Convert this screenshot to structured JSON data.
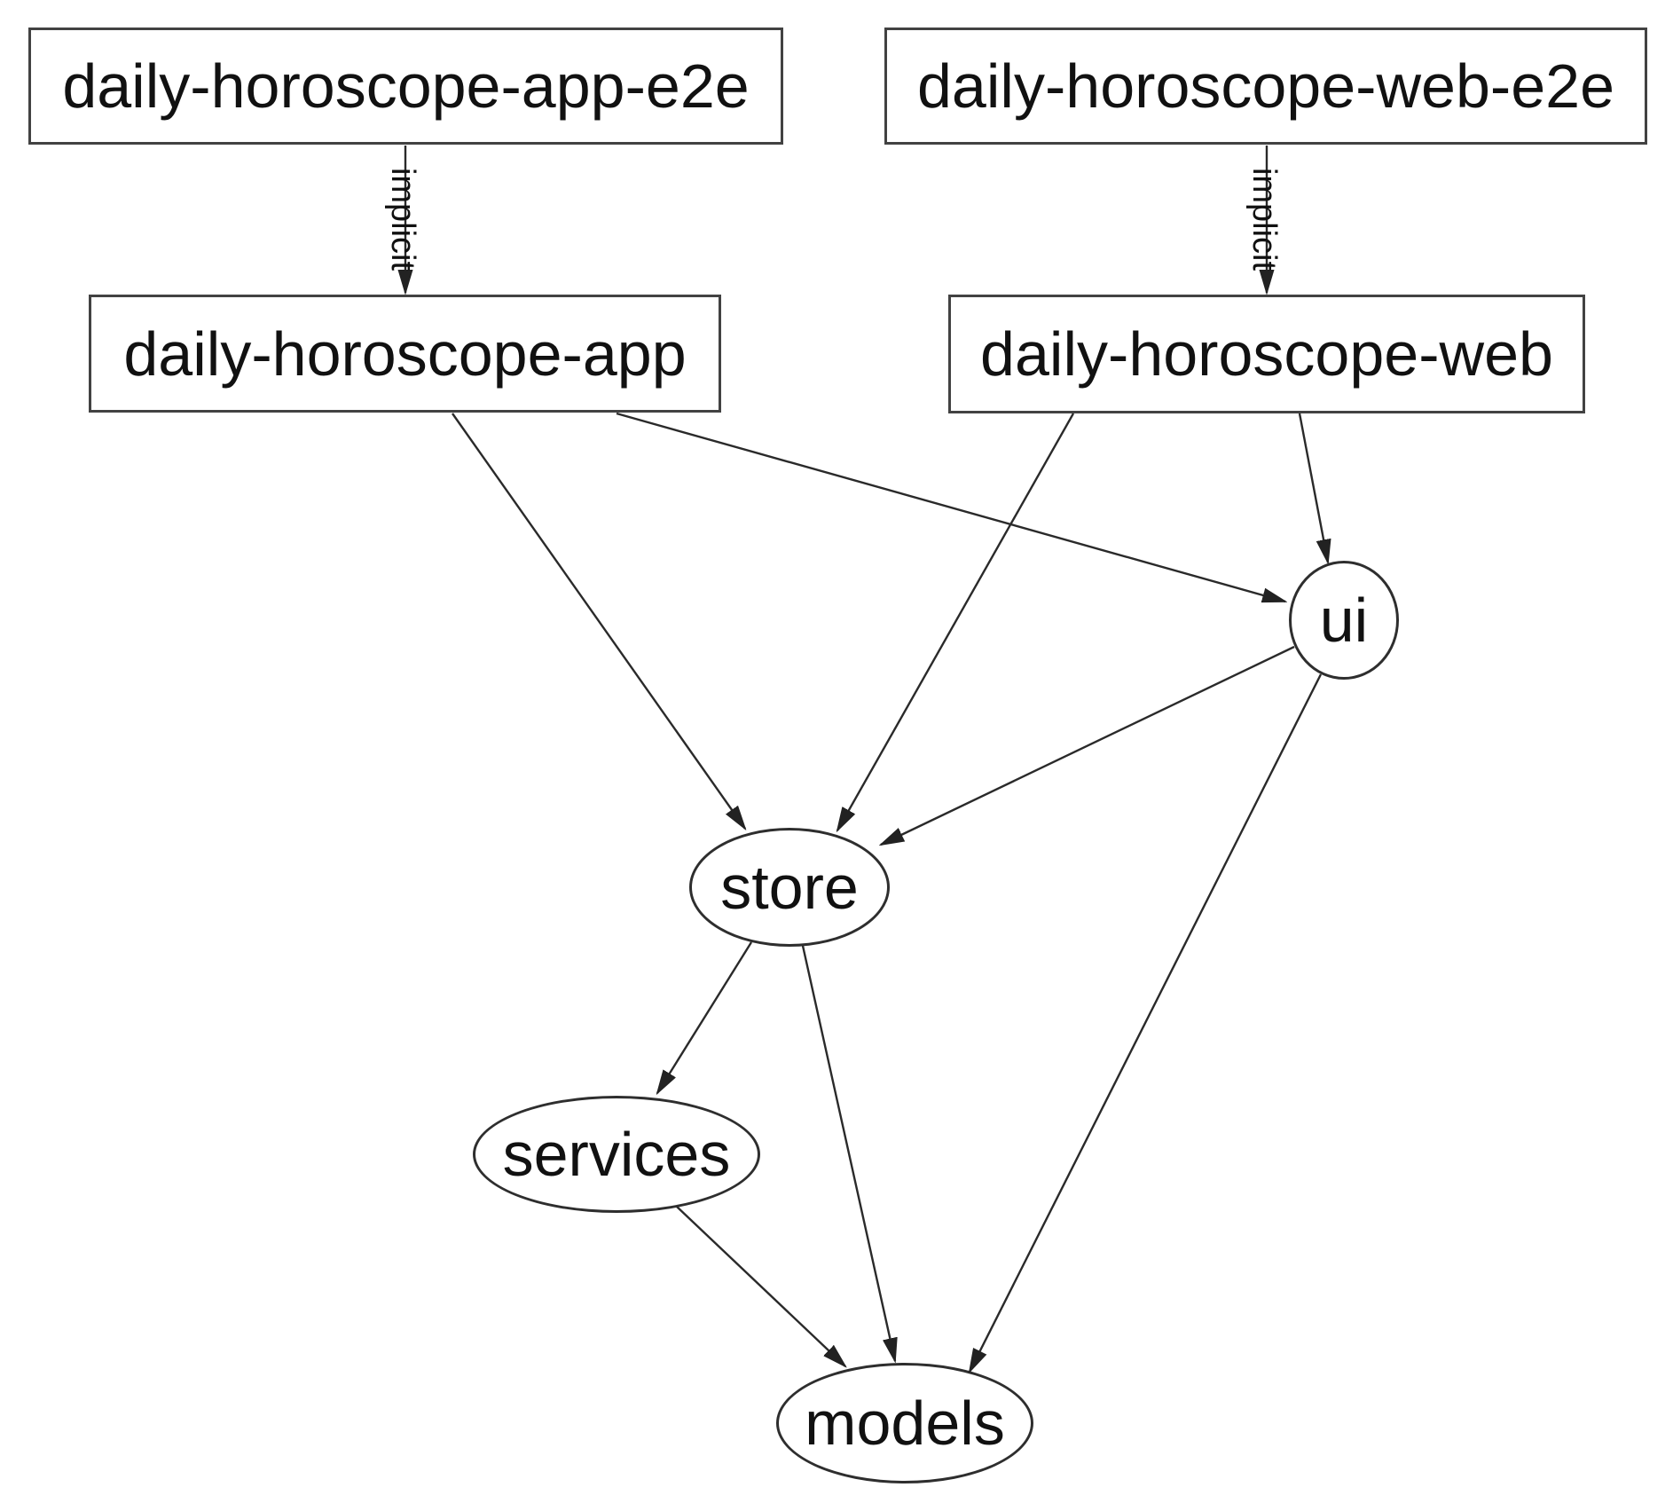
{
  "diagram": {
    "type": "dependency-graph",
    "background": "#ffffff",
    "colors": {
      "node_stroke_box": "#424242",
      "node_stroke_ellipse": "#2e2e2e",
      "edge_stroke": "#2a2a2a",
      "text": "#111111"
    },
    "nodes": [
      {
        "id": "daily-horoscope-app-e2e",
        "label": "daily-horoscope-app-e2e",
        "shape": "box"
      },
      {
        "id": "daily-horoscope-web-e2e",
        "label": "daily-horoscope-web-e2e",
        "shape": "box"
      },
      {
        "id": "daily-horoscope-app",
        "label": "daily-horoscope-app",
        "shape": "box"
      },
      {
        "id": "daily-horoscope-web",
        "label": "daily-horoscope-web",
        "shape": "box"
      },
      {
        "id": "ui",
        "label": "ui",
        "shape": "ellipse"
      },
      {
        "id": "store",
        "label": "store",
        "shape": "ellipse"
      },
      {
        "id": "services",
        "label": "services",
        "shape": "ellipse"
      },
      {
        "id": "models",
        "label": "models",
        "shape": "ellipse"
      }
    ],
    "edges": [
      {
        "from": "daily-horoscope-app-e2e",
        "to": "daily-horoscope-app",
        "label": "implicit"
      },
      {
        "from": "daily-horoscope-web-e2e",
        "to": "daily-horoscope-web",
        "label": "implicit"
      },
      {
        "from": "daily-horoscope-app",
        "to": "store",
        "label": ""
      },
      {
        "from": "daily-horoscope-app",
        "to": "ui",
        "label": ""
      },
      {
        "from": "daily-horoscope-web",
        "to": "store",
        "label": ""
      },
      {
        "from": "daily-horoscope-web",
        "to": "ui",
        "label": ""
      },
      {
        "from": "ui",
        "to": "store",
        "label": ""
      },
      {
        "from": "ui",
        "to": "models",
        "label": ""
      },
      {
        "from": "store",
        "to": "services",
        "label": ""
      },
      {
        "from": "store",
        "to": "models",
        "label": ""
      },
      {
        "from": "services",
        "to": "models",
        "label": ""
      }
    ]
  }
}
